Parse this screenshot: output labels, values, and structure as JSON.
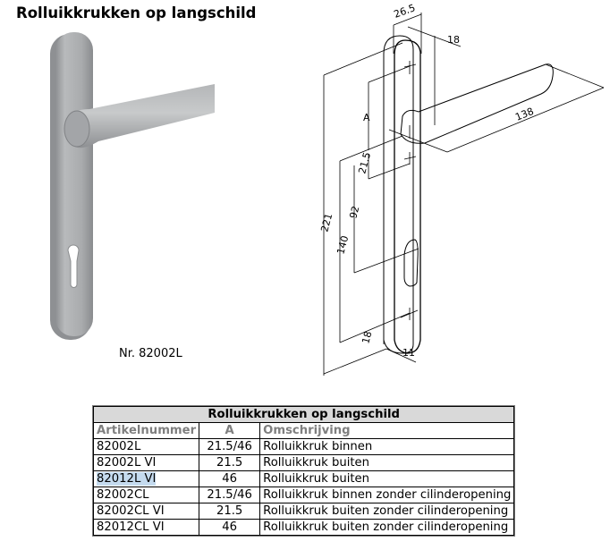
{
  "page": {
    "title": "Rolluikkrukken op langschild"
  },
  "photo": {
    "caption": "Nr. 82002L",
    "description": "Rolluikkruk op langschild met cilinderopening"
  },
  "drawing": {
    "dimensions": {
      "plate_width": "26.5",
      "depth": "18",
      "handle_length": "138",
      "a_label": "A",
      "spacing_small": "21.5",
      "dim_92": "92",
      "dim_140": "140",
      "total_height": "221",
      "bottom_offset": "18",
      "plate_thickness": "11"
    }
  },
  "table": {
    "caption": "Rolluikkrukken op langschild",
    "headers": [
      "Artikelnummer",
      "A",
      "Omschrijving"
    ],
    "rows": [
      {
        "art": "82002L",
        "a": "21.5/46",
        "desc": "Rolluikkruk binnen"
      },
      {
        "art": "82002L VI",
        "a": "21.5",
        "desc": "Rolluikkruk buiten"
      },
      {
        "art": "82012L VI",
        "a": "46",
        "desc": "Rolluikkruk buiten",
        "selected": true
      },
      {
        "art": "82002CL",
        "a": "21.5/46",
        "desc": "Rolluikkruk binnen zonder cilinderopening"
      },
      {
        "art": "82002CL VI",
        "a": "21.5",
        "desc": "Rolluikkruk buiten zonder cilinderopening"
      },
      {
        "art": "82012CL VI",
        "a": "46",
        "desc": "Rolluikkruk buiten zonder cilinderopening"
      }
    ]
  },
  "colors": {
    "table_caption_bg": "#d9d9d9",
    "header_text": "#7f7f7f",
    "selection_highlight": "#c5dbef"
  }
}
